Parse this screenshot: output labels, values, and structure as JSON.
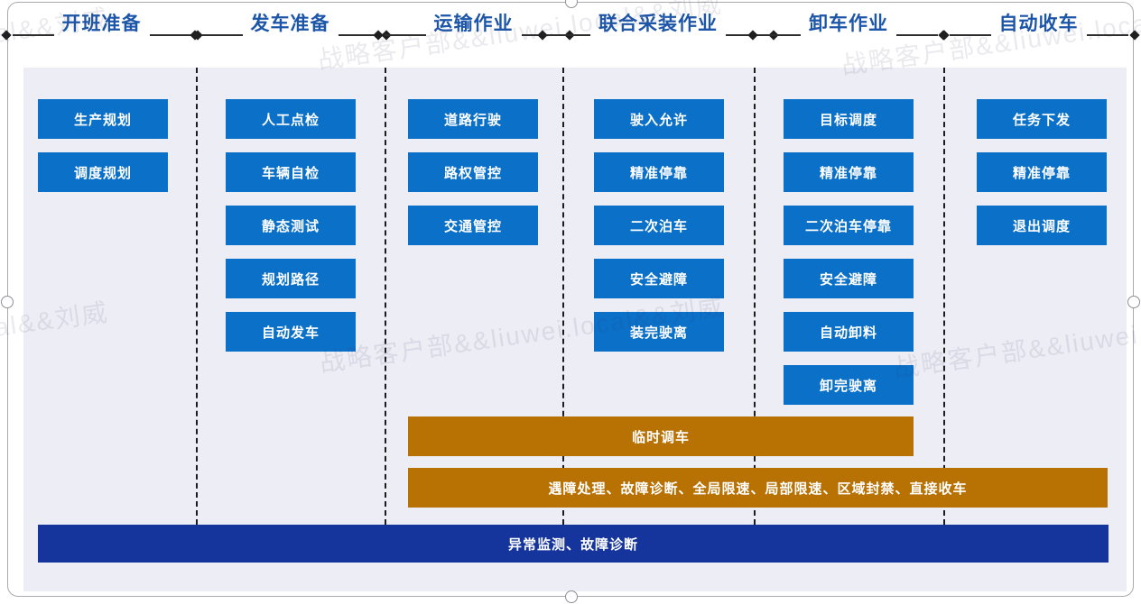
{
  "watermark": {
    "text": "战略客户部&&liuwei.local&&刘威"
  },
  "stages": [
    {
      "label": "开班准备",
      "tasks": [
        "生产规划",
        "调度规划"
      ]
    },
    {
      "label": "发车准备",
      "tasks": [
        "人工点检",
        "车辆自检",
        "静态测试",
        "规划路径",
        "自动发车"
      ]
    },
    {
      "label": "运输作业",
      "tasks": [
        "道路行驶",
        "路权管控",
        "交通管控"
      ]
    },
    {
      "label": "联合采装作业",
      "tasks": [
        "驶入允许",
        "精准停靠",
        "二次泊车",
        "安全避障",
        "装完驶离"
      ]
    },
    {
      "label": "卸车作业",
      "tasks": [
        "目标调度",
        "精准停靠",
        "二次泊车停靠",
        "安全避障",
        "自动卸料",
        "卸完驶离"
      ]
    },
    {
      "label": "自动收车",
      "tasks": [
        "任务下发",
        "精准停靠",
        "退出调度"
      ]
    }
  ],
  "overlay_bars": [
    {
      "label": "临时调车"
    },
    {
      "label": "遇障处理、故障诊断、全局限速、局部限速、区域封禁、直接收车"
    },
    {
      "label": "异常监测、故障诊断"
    }
  ],
  "colors": {
    "task_blue": "#0a70c8",
    "bar_amber": "#b87103",
    "bar_navy": "#15359d",
    "header_blue": "#1d56a8",
    "panel_bg": "#ecedf5"
  }
}
